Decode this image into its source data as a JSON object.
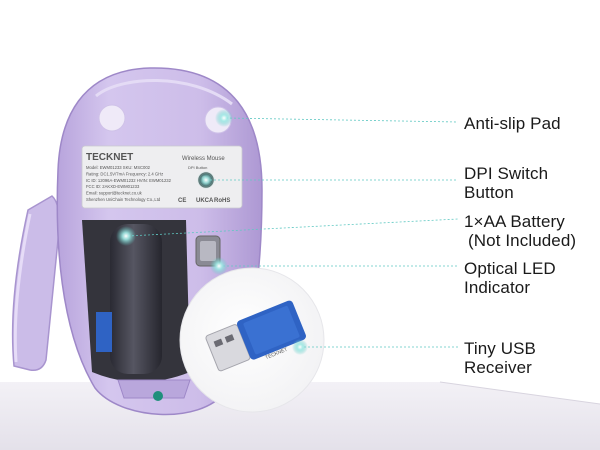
{
  "product": {
    "brand": "TECKNET",
    "sticker_title": "Wireless Mouse",
    "dpi_label": "DPI Button",
    "sticker_lines": [
      "Model: EWM01233    SKU: MSC002",
      "Rating: DC1.5V/7mA    Frequency: 2.4 GHz",
      "IC ID: 12096A-EWM01232    HVIN: EWM01232",
      "FCC ID: 2AKXD-EWM01233",
      "Email: support@tecknet.co.uk",
      "Shenzhen UniChain Technology Co.,Ltd"
    ],
    "cert_marks": [
      "CE",
      "UKCA",
      "RoHS"
    ],
    "receiver_brand": "TECKNET"
  },
  "callouts": [
    {
      "lines": [
        "Anti-slip Pad"
      ]
    },
    {
      "lines": [
        "DPI Switch",
        "Button"
      ]
    },
    {
      "lines": [
        "1×AA Battery",
        "(Not Included)"
      ]
    },
    {
      "lines": [
        "Optical LED",
        "Indicator"
      ]
    },
    {
      "lines": [
        "Tiny USB",
        "Receiver"
      ]
    }
  ],
  "colors": {
    "mouse_body": "#c9b8e6",
    "mouse_shadow": "#a994d0",
    "battery_bay": "#3b3b45",
    "leader_line": "#5fc8c2",
    "receiver_blue": "#2f63c4",
    "label_text": "#1a1a1a"
  }
}
